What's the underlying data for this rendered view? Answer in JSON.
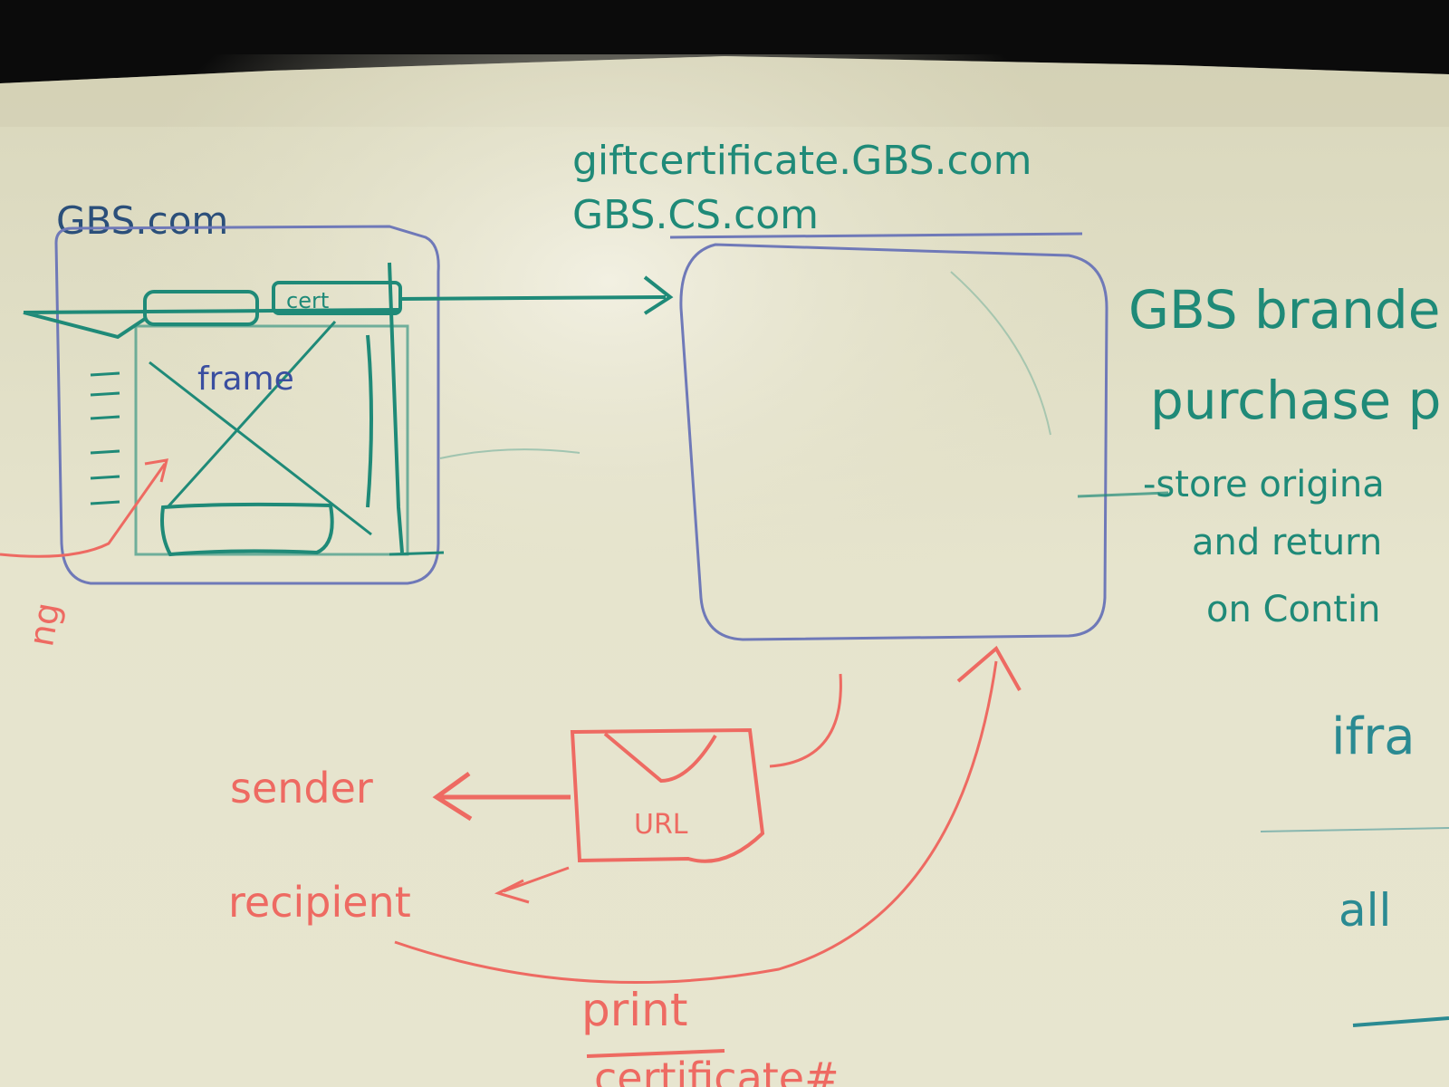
{
  "labels": {
    "gbs_com": "GBS.com",
    "cert": "cert",
    "frame": "frame",
    "giftcert_domain": "giftcertificate.GBS.com",
    "gbs_cs_domain": "GBS.CS.com",
    "gbs_branded": "GBS brande",
    "purchase": "purchase p",
    "store_original": "-store origina",
    "and_return": "and return",
    "on_continue": "on Contin",
    "iframe": "ifra",
    "all": "all",
    "sender": "sender",
    "recipient": "recipient",
    "url": "URL",
    "print": "print",
    "certificate": "certificate#",
    "left_partial": "ng"
  },
  "colors": {
    "teal": "#1f8a78",
    "blue": "#6f79b8",
    "red": "#ee6a62",
    "board": "#e6e4cc"
  }
}
